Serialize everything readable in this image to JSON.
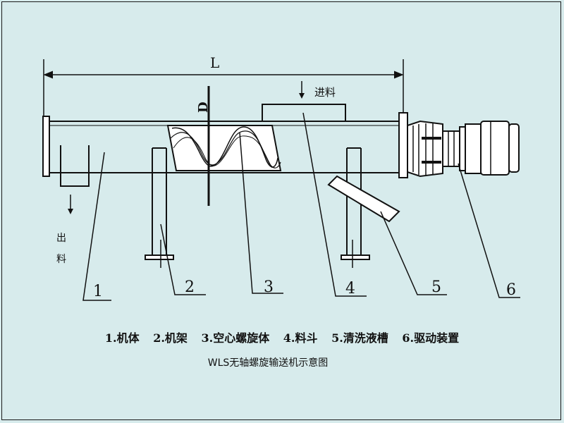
{
  "dimension_labels": {
    "length": "L",
    "diameter": "D"
  },
  "flow_labels": {
    "inlet": "进料",
    "outlet_line1": "出",
    "outlet_line2": "料"
  },
  "part_numbers": [
    "1",
    "2",
    "3",
    "4",
    "5",
    "6"
  ],
  "legend": [
    "1.机体",
    "2.机架",
    "3.空心螺旋体",
    "4.料斗",
    "5.清洗液槽",
    "6.驱动装置"
  ],
  "caption": "WLS无轴螺旋输送机示意图"
}
